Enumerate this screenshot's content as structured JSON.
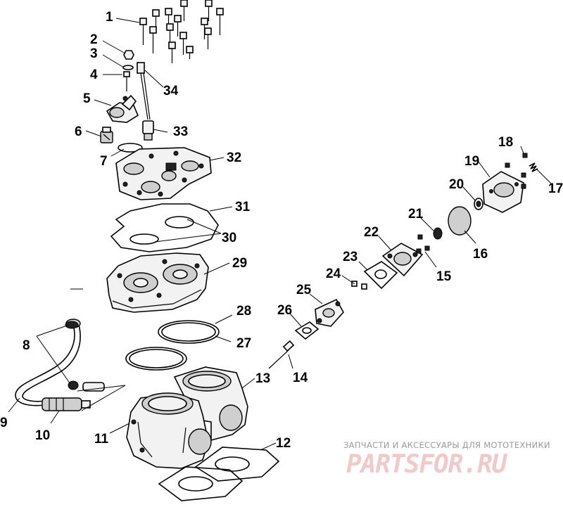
{
  "diagram": {
    "callouts": [
      "1",
      "2",
      "3",
      "4",
      "5",
      "6",
      "7",
      "8",
      "9",
      "10",
      "11",
      "12",
      "13",
      "14",
      "15",
      "16",
      "17",
      "18",
      "19",
      "20",
      "21",
      "22",
      "23",
      "24",
      "25",
      "26",
      "27",
      "28",
      "29",
      "30",
      "31",
      "32",
      "33",
      "34"
    ]
  },
  "watermark": {
    "caption": "ЗАПЧАСТИ И АКСЕССУАРЫ ДЛЯ МОТОТЕХНИКИ",
    "logo": "PARTSFOR.RU"
  }
}
